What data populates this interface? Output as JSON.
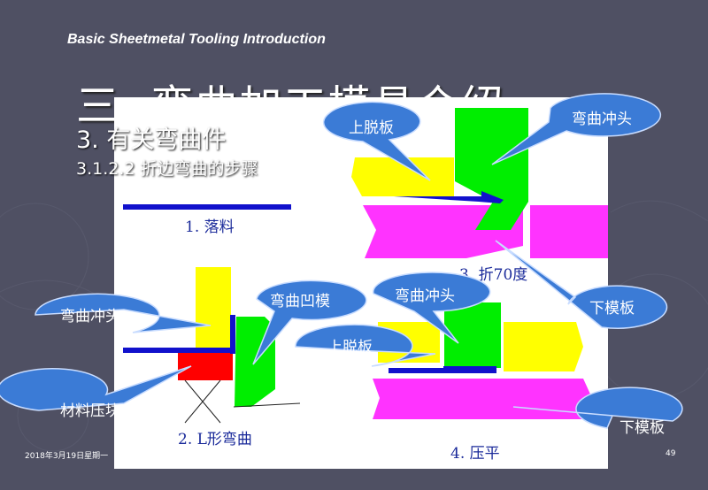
{
  "slide": {
    "header": "Basic Sheetmetal Tooling Introduction",
    "title": "三. 弯曲加工模具介绍",
    "subtitle": "3. 有关弯曲件",
    "section": "3.1.2.2 折边弯曲的步骤",
    "date": "2018年3月19日星期一",
    "page": "49"
  },
  "diagram": {
    "step1": "1. 落料",
    "step2": "2. L形弯曲",
    "step3": "3. 折70度",
    "step4": "4. 压平",
    "callouts": {
      "upper_stripper_a": "上脱板",
      "bend_punch_a": "弯曲冲头",
      "lower_die_a": "下模板",
      "bend_punch_b": "弯曲冲头",
      "bend_die": "弯曲凹模",
      "material_pad": "材料压块",
      "bend_punch_c": "弯曲冲头",
      "upper_stripper_b": "上脱板",
      "lower_die_b": "下模板"
    }
  },
  "colors": {
    "background": "#4f5063",
    "panel": "#ffffff",
    "callout": "#3b7bd6",
    "stripper": "#ffff00",
    "punch": "#00ee00",
    "die": "#ff33ff",
    "pad": "#ff0000",
    "sheet": "#1111cc"
  }
}
